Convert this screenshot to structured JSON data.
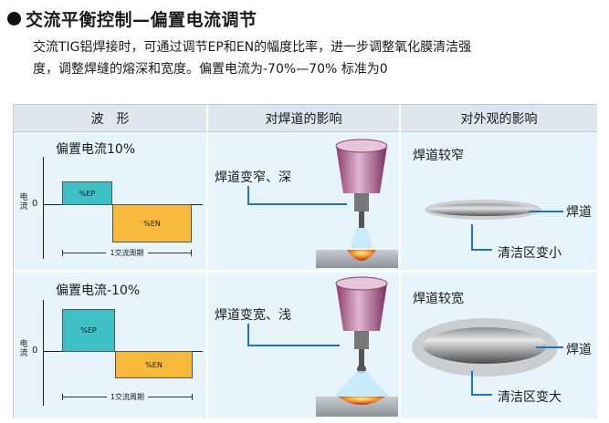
{
  "header": {
    "title": "交流平衡控制—偏置电流调节"
  },
  "intro": {
    "line1": "交流TIG铝焊接时，可通过调节EP和EN的幅度比率，进一步调整氧化膜清洁强",
    "line2": "度，调整焊缝的熔深和宽度。偏置电流为-70%—70% 标准为0"
  },
  "table": {
    "columns": [
      "波　形",
      "对焊道的影响",
      "对外观的影响"
    ],
    "rows": [
      {
        "waveform": {
          "title": "偏置电流10%",
          "ep_label": "%EP",
          "en_label": "%EN",
          "y_label": "电流",
          "zero": "0",
          "period": "1交流周期"
        },
        "weld_effect": "焊道变窄、深",
        "appearance": {
          "title": "焊道较窄",
          "bead_label": "焊道",
          "clean_label": "清洁区变小"
        }
      },
      {
        "waveform": {
          "title": "偏置电流-10%",
          "ep_label": "%EP",
          "en_label": "%EN",
          "y_label": "电流",
          "zero": "0",
          "period": "1交流周期"
        },
        "weld_effect": "焊道变宽、浅",
        "appearance": {
          "title": "焊道较宽",
          "bead_label": "焊道",
          "clean_label": "清洁区变大"
        }
      }
    ]
  },
  "colors": {
    "ep": "#3ec1c6",
    "en": "#f7b93a",
    "header_bg": "#dfe6ee",
    "cell_bg": "#e7f4fb",
    "leader_line": "#1f73c2"
  }
}
